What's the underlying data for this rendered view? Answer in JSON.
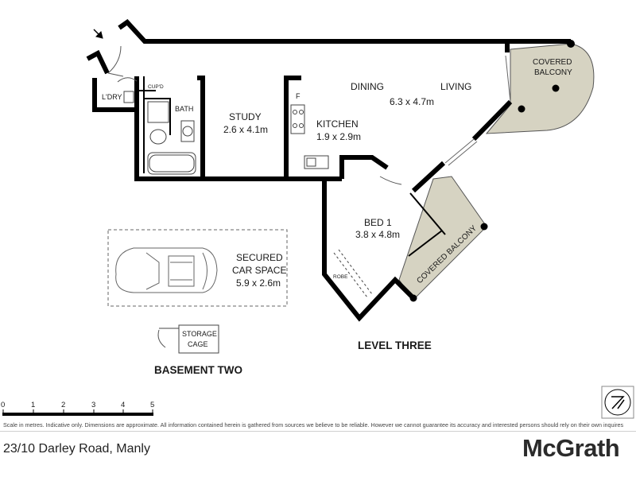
{
  "rooms": {
    "laundry": "L'DRY",
    "cupboard": "CUP'D",
    "bath": "BATH",
    "study": {
      "name": "STUDY",
      "size": "2.6 x 4.1m"
    },
    "fridge": "F",
    "kitchen": {
      "name": "KITCHEN",
      "size": "1.9 x 2.9m"
    },
    "dining": "DINING",
    "living": {
      "name": "LIVING",
      "size": "6.3 x 4.7m"
    },
    "balcony_top": {
      "line1": "COVERED",
      "line2": "BALCONY"
    },
    "bed1": {
      "name": "BED 1",
      "size": "3.8 x 4.8m"
    },
    "robe": "ROBE",
    "balcony_side": "COVERED BALCONY",
    "car_space": {
      "line1": "SECURED",
      "line2": "CAR SPACE",
      "size": "5.9 x 2.6m"
    },
    "storage": {
      "line1": "STORAGE",
      "line2": "CAGE"
    }
  },
  "level_labels": {
    "level": "LEVEL THREE",
    "basement": "BASEMENT TWO"
  },
  "scale_bar": {
    "ticks": [
      "0",
      "1",
      "2",
      "3",
      "4",
      "5"
    ]
  },
  "disclaimer": "Scale in metres. Indicative only. Dimensions are approximate. All information contained herein is gathered from sources we believe to be reliable. However we cannot guarantee its accuracy and interested persons should rely on their own inquires",
  "address": "23/10 Darley Road, Manly",
  "brand": "McGrath",
  "colors": {
    "wall": "#000000",
    "balcony_fill": "#d6d3c2",
    "text": "#1a1a1a"
  },
  "icons": {
    "entry": "entry-arrow-icon",
    "compass": "north-compass-icon"
  }
}
